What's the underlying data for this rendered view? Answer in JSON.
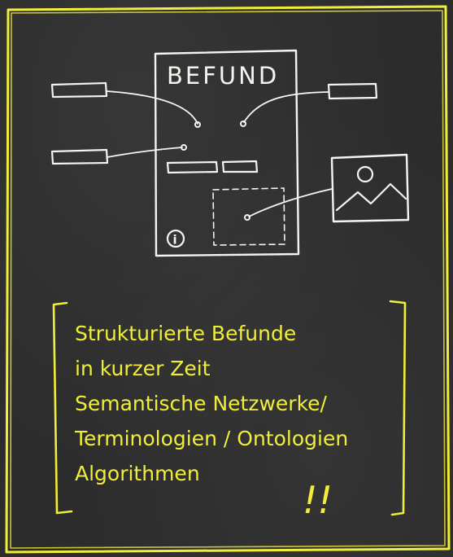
{
  "sketch": {
    "report_title": "BEFUND",
    "info_symbol": "i"
  },
  "notes": {
    "lines": [
      "Strukturierte Befunde",
      "in kurzer Zeit",
      "Semantische Netzwerke/",
      "Terminologien / Ontologien",
      "Algorithmen"
    ],
    "emphasis": "!!"
  },
  "colors": {
    "chalkboard": "#2c2c2c",
    "chalk_white": "#f4f4f0",
    "chalk_yellow": "#f0ee3a"
  }
}
